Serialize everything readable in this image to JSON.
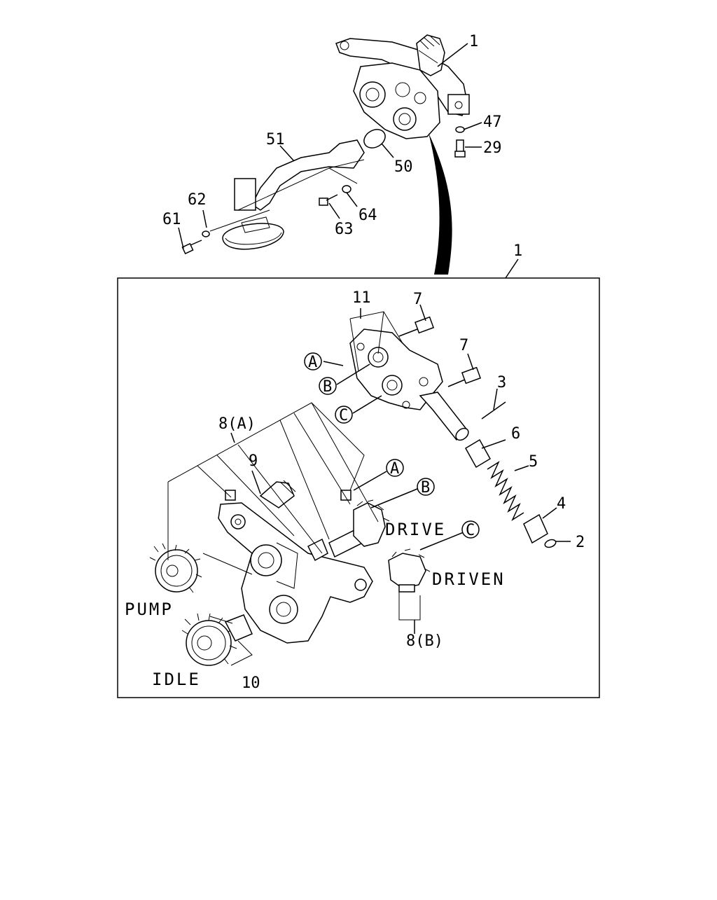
{
  "callouts": {
    "c1_top": "1",
    "c47": "47",
    "c29": "29",
    "c51": "51",
    "c50": "50",
    "c62": "62",
    "c61": "61",
    "c64": "64",
    "c63": "63",
    "c1_box": "1",
    "c11": "11",
    "c7a": "7",
    "c7b": "7",
    "c3": "3",
    "c6": "6",
    "c5": "5",
    "c4": "4",
    "c2": "2",
    "c8a": "8(A)",
    "c9": "9",
    "c8b": "8(B)",
    "c10": "10"
  },
  "circle_refs": {
    "a1": "A",
    "b1": "B",
    "c1": "C",
    "a2": "A",
    "b2": "B",
    "c2": "C"
  },
  "words": {
    "drive": "DRIVE",
    "driven": "DRIVEN",
    "pump": "PUMP",
    "idle": "IDLE"
  },
  "colors": {
    "line": "#000000",
    "background": "#ffffff"
  }
}
